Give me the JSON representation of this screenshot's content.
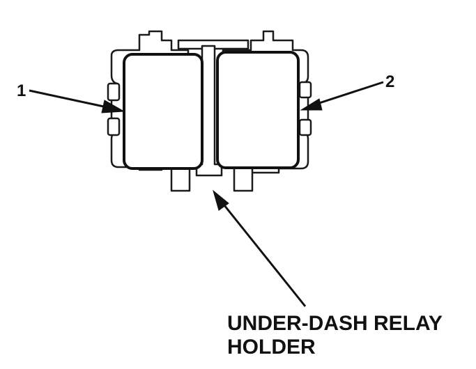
{
  "callouts": [
    {
      "id": "relay-1",
      "label": "1"
    },
    {
      "id": "relay-2",
      "label": "2"
    }
  ],
  "holder_label": [
    "UNDER-DASH RELAY",
    "HOLDER"
  ],
  "colors": {
    "ink": "#111111",
    "paper": "#ffffff"
  }
}
